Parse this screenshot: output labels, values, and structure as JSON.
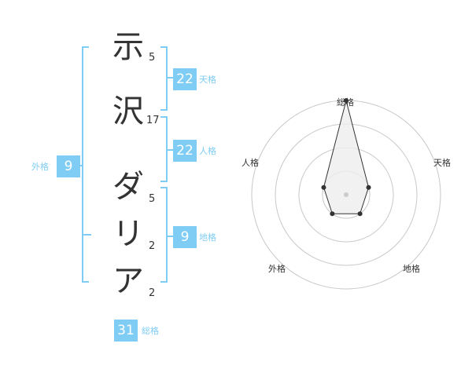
{
  "characters": [
    {
      "char": "示",
      "strokes": "5"
    },
    {
      "char": "沢",
      "strokes": "17"
    },
    {
      "char": "ダ",
      "strokes": "5"
    },
    {
      "char": "リ",
      "strokes": "2"
    },
    {
      "char": "ア",
      "strokes": "2"
    }
  ],
  "fortunes": {
    "tenkaku": {
      "value": "22",
      "label": "天格"
    },
    "jinkaku": {
      "value": "22",
      "label": "人格"
    },
    "chikaku": {
      "value": "9",
      "label": "地格"
    },
    "gaikaku": {
      "value": "9",
      "label": "外格"
    },
    "soukaku": {
      "value": "31",
      "label": "総格"
    }
  },
  "radar": {
    "axes": [
      "総格",
      "天格",
      "地格",
      "外格",
      "人格"
    ],
    "levels": 4,
    "values": [
      4,
      1,
      1,
      1,
      1
    ],
    "max": 4,
    "colors": {
      "ring": "#c8c8c8",
      "fill": "#eeeeee",
      "stroke": "#333333",
      "accent": "#7fcdf4"
    }
  }
}
